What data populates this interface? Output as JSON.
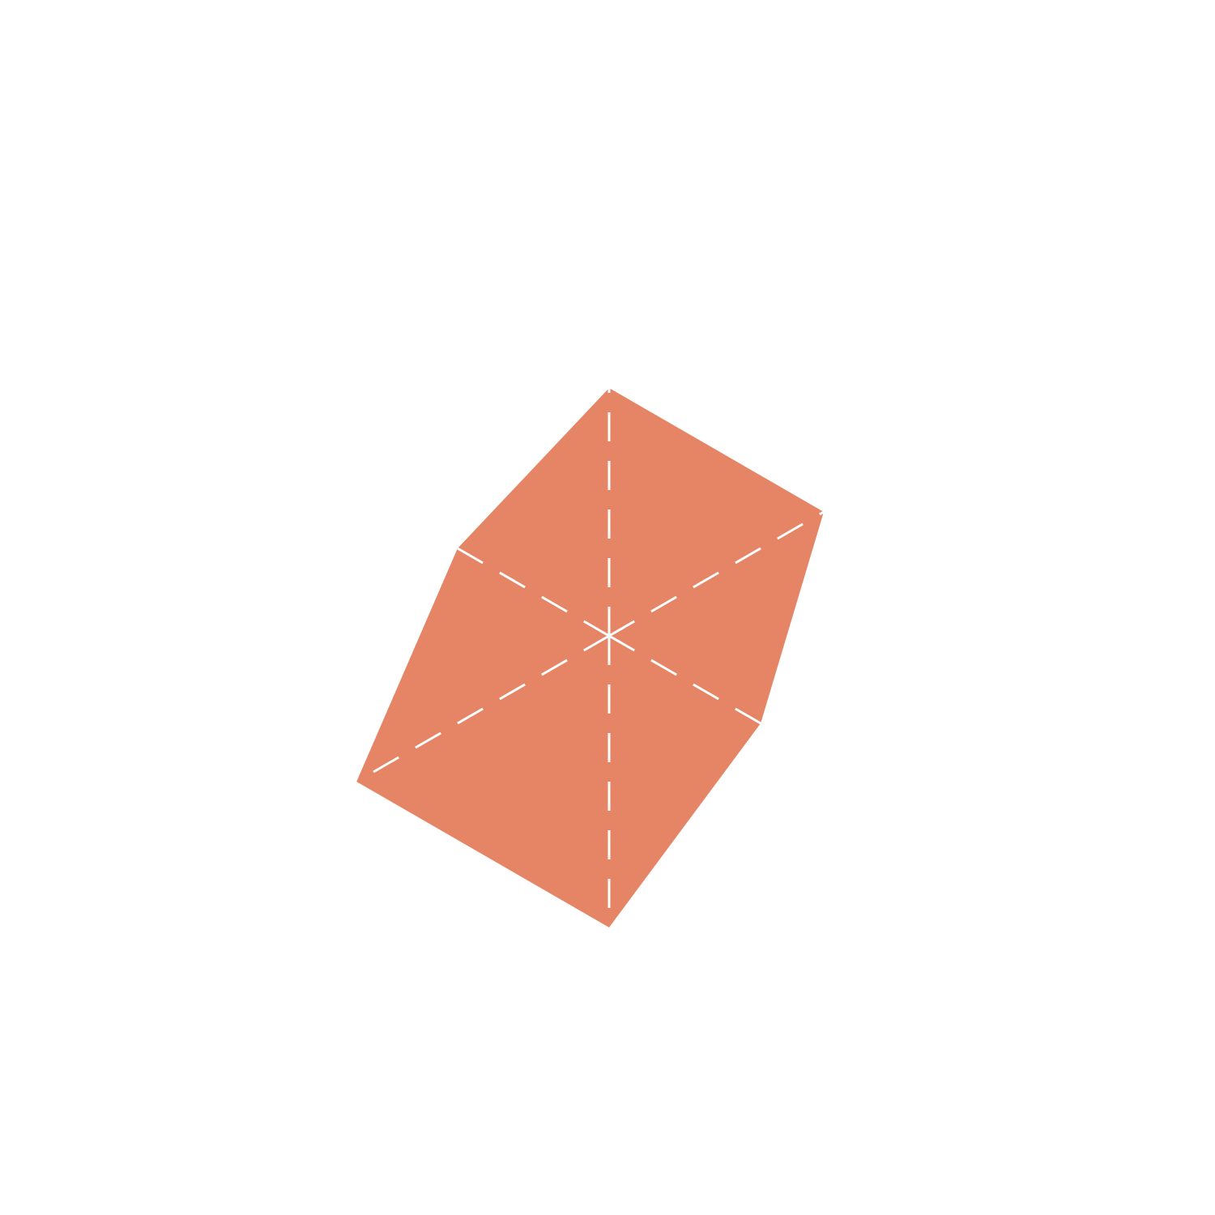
{
  "chart_data": {
    "type": "radar",
    "categories": [
      "",
      "",
      "",
      "",
      "",
      ""
    ],
    "series": [
      {
        "values": [
          0.85,
          0.85,
          0.6,
          1.0,
          1.0,
          0.6
        ],
        "color": "#e68566"
      }
    ],
    "rlim": [
      0,
      1
    ],
    "title": "",
    "axis_color": "#ffffff",
    "grid": false,
    "legend": "none"
  },
  "colors": {
    "background": "#ffffff",
    "fill": "#e68566",
    "spokes": "#ffffff"
  }
}
